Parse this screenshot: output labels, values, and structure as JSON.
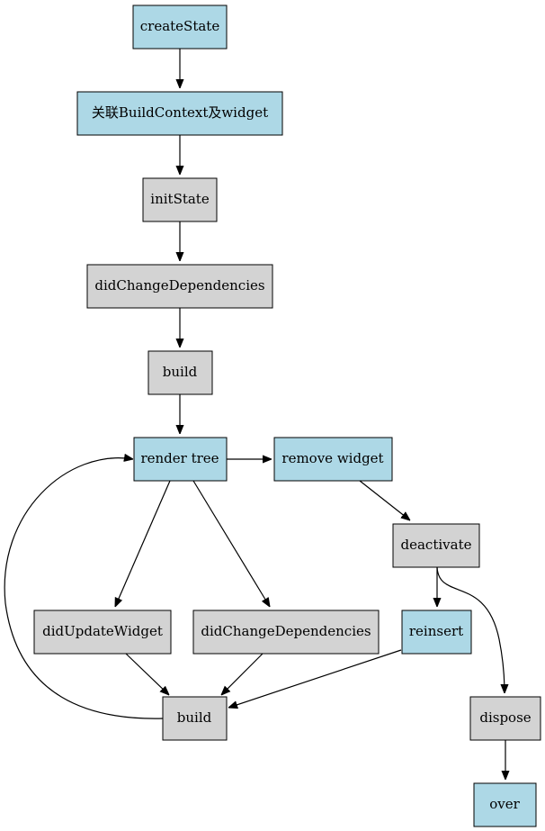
{
  "colors": {
    "blue_fill": "#add8e6",
    "gray_fill": "#d3d3d3",
    "stroke": "#000000"
  },
  "nodes": {
    "createState": {
      "label": "createState",
      "fill": "blue"
    },
    "associate": {
      "label": "关联BuildContext及widget",
      "fill": "blue"
    },
    "initState": {
      "label": "initState",
      "fill": "gray"
    },
    "didChangeDependencies1": {
      "label": "didChangeDependencies",
      "fill": "gray"
    },
    "build1": {
      "label": "build",
      "fill": "gray"
    },
    "renderTree": {
      "label": "render tree",
      "fill": "blue"
    },
    "removeWidget": {
      "label": "remove widget",
      "fill": "blue"
    },
    "deactivate": {
      "label": "deactivate",
      "fill": "gray"
    },
    "didUpdateWidget": {
      "label": "didUpdateWidget",
      "fill": "gray"
    },
    "didChangeDependencies2": {
      "label": "didChangeDependencies",
      "fill": "gray"
    },
    "reinsert": {
      "label": "reinsert",
      "fill": "blue"
    },
    "build2": {
      "label": "build",
      "fill": "gray"
    },
    "dispose": {
      "label": "dispose",
      "fill": "gray"
    },
    "over": {
      "label": "over",
      "fill": "blue"
    }
  },
  "edges": [
    [
      "createState",
      "associate"
    ],
    [
      "associate",
      "initState"
    ],
    [
      "initState",
      "didChangeDependencies1"
    ],
    [
      "didChangeDependencies1",
      "build1"
    ],
    [
      "build1",
      "renderTree"
    ],
    [
      "renderTree",
      "removeWidget"
    ],
    [
      "renderTree",
      "didUpdateWidget"
    ],
    [
      "renderTree",
      "didChangeDependencies2"
    ],
    [
      "removeWidget",
      "deactivate"
    ],
    [
      "deactivate",
      "reinsert"
    ],
    [
      "deactivate",
      "dispose"
    ],
    [
      "didUpdateWidget",
      "build2"
    ],
    [
      "didChangeDependencies2",
      "build2"
    ],
    [
      "reinsert",
      "build2"
    ],
    [
      "build2",
      "renderTree"
    ],
    [
      "dispose",
      "over"
    ]
  ]
}
